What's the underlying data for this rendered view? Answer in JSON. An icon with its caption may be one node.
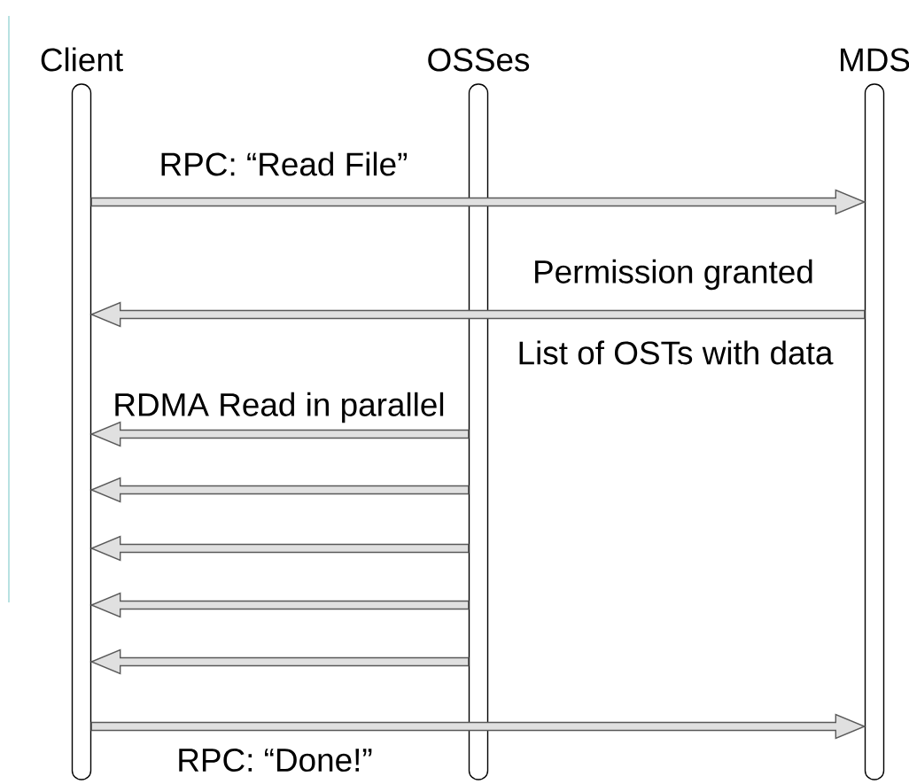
{
  "diagram": {
    "nodes": [
      {
        "text": [
          "Client"
        ]
      },
      {
        "text": [
          "OSSes"
        ]
      },
      {
        "text": [
          "MDS"
        ]
      }
    ],
    "edges": [
      {
        "from": 0,
        "to": 2,
        "arrow": "to",
        "label": "RPC: “Read File”"
      },
      {
        "from": 2,
        "to": 0,
        "arrow": "to",
        "label": "Permission granted"
      },
      {
        "from": 1,
        "to": 0,
        "arrow": "to",
        "label": "RDMA Read in parallel"
      },
      {
        "from": 1,
        "to": 0,
        "arrow": "to"
      },
      {
        "from": 1,
        "to": 0,
        "arrow": "to"
      },
      {
        "from": 1,
        "to": 0,
        "arrow": "to"
      },
      {
        "from": 1,
        "to": 0,
        "arrow": "to"
      },
      {
        "from": 0,
        "to": 2,
        "arrow": "to",
        "label": "RPC: “Done!”"
      }
    ],
    "labels": [
      "List of OSTs with data"
    ]
  }
}
